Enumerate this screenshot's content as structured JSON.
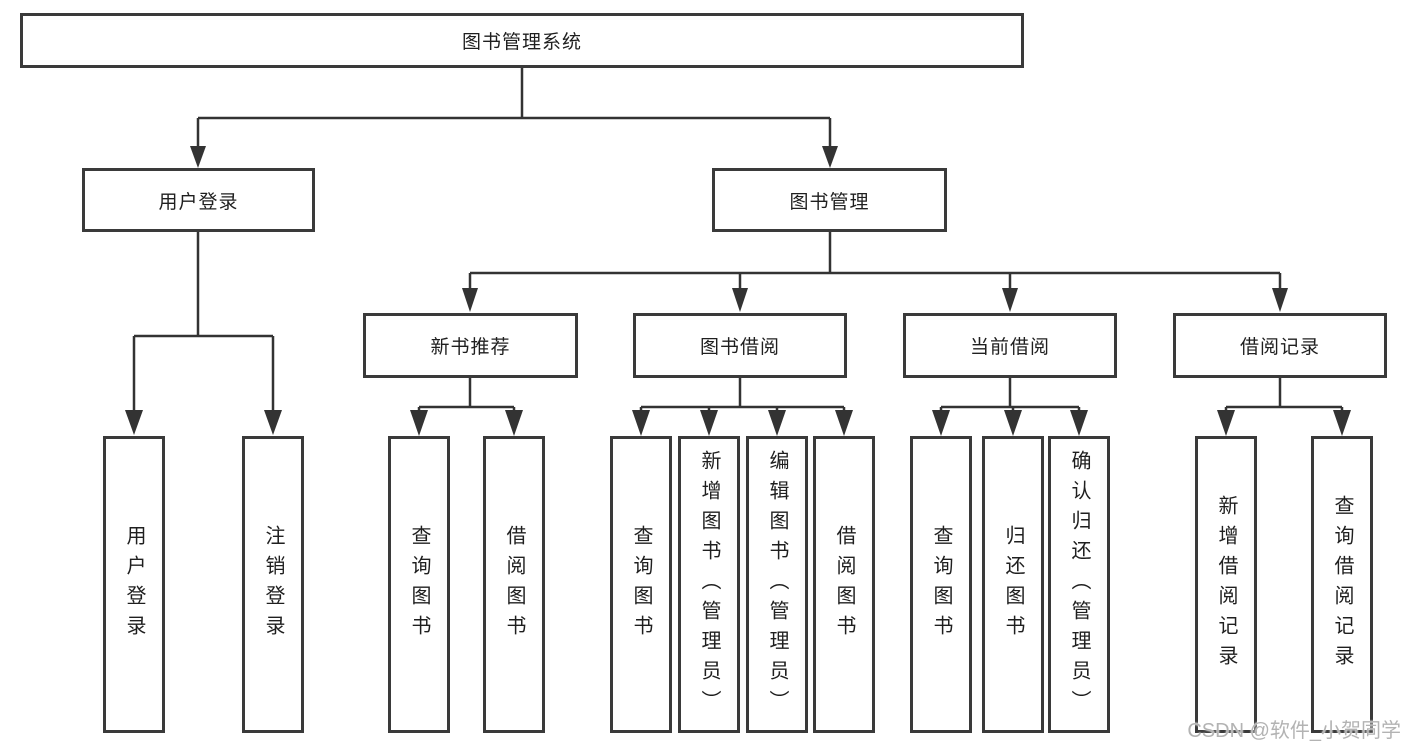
{
  "root": {
    "label": "图书管理系统"
  },
  "branches": [
    {
      "label": "用户登录",
      "leaves": [
        {
          "label": "用户登录"
        },
        {
          "label": "注销登录"
        }
      ]
    },
    {
      "label": "图书管理",
      "groups": [
        {
          "label": "新书推荐",
          "leaves": [
            {
              "label": "查询图书"
            },
            {
              "label": "借阅图书"
            }
          ]
        },
        {
          "label": "图书借阅",
          "leaves": [
            {
              "label": "查询图书"
            },
            {
              "label": "新增图书（管理员）"
            },
            {
              "label": "编辑图书（管理员）"
            },
            {
              "label": "借阅图书"
            }
          ]
        },
        {
          "label": "当前借阅",
          "leaves": [
            {
              "label": "查询图书"
            },
            {
              "label": "归还图书"
            },
            {
              "label": "确认归还（管理员）"
            }
          ]
        },
        {
          "label": "借阅记录",
          "leaves": [
            {
              "label": "新增借阅记录"
            },
            {
              "label": "查询借阅记录"
            }
          ]
        }
      ]
    }
  ],
  "watermark": {
    "text": "CSDN @软件_小贺同学"
  },
  "colors": {
    "line": "#333333",
    "box_border": "#3a3a3a",
    "text": "#1f1f1f",
    "watermark": "#b3b3b3",
    "background": "#ffffff"
  }
}
